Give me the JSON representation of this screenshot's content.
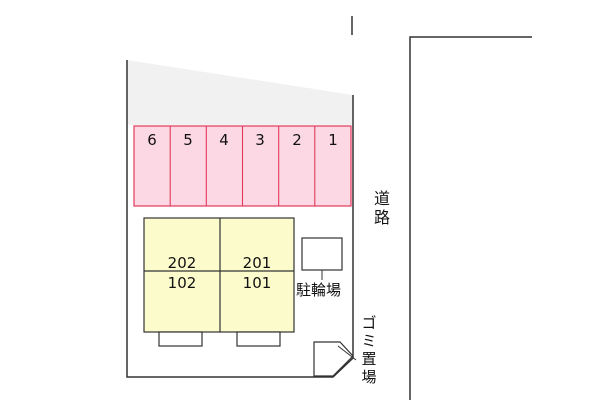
{
  "parking": {
    "spaces": [
      "6",
      "5",
      "4",
      "3",
      "2",
      "1"
    ]
  },
  "building": {
    "units": {
      "upper_left": "202",
      "upper_right": "201",
      "lower_left": "102",
      "lower_right": "101"
    }
  },
  "labels": {
    "road": "道路",
    "bicycle_parking": "駐輪場",
    "garbage_area": "ゴミ置場"
  },
  "colors": {
    "parking_fill": "#fbd8e3",
    "parking_stroke": "#e23a5a",
    "building_fill": "#fbfbcc",
    "outline": "#333333",
    "site_tint": "#f1f1f1"
  }
}
